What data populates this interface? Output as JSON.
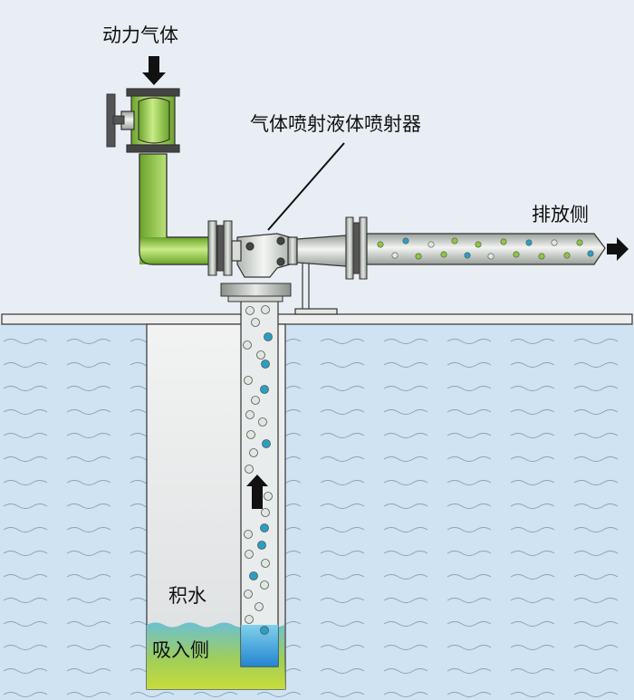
{
  "labels": {
    "power_gas": "动力气体",
    "ejector": "气体喷射液体喷射器",
    "discharge": "排放侧",
    "accumulated_water": "积水",
    "suction": "吸入侧"
  },
  "colors": {
    "background": "#e9eef4",
    "water": "#cfe3f2",
    "pipe_green": "#8dc63f",
    "pipe_gray": "#c8ccc8",
    "bubble_blue": "#2a9fc4",
    "bubble_green": "#8dc63f",
    "suction_water": "#5fb6c9",
    "outline": "#222222"
  },
  "icons": [
    "arrow-down-icon",
    "arrow-up-icon",
    "arrow-right-icon",
    "valve-handle-icon"
  ]
}
